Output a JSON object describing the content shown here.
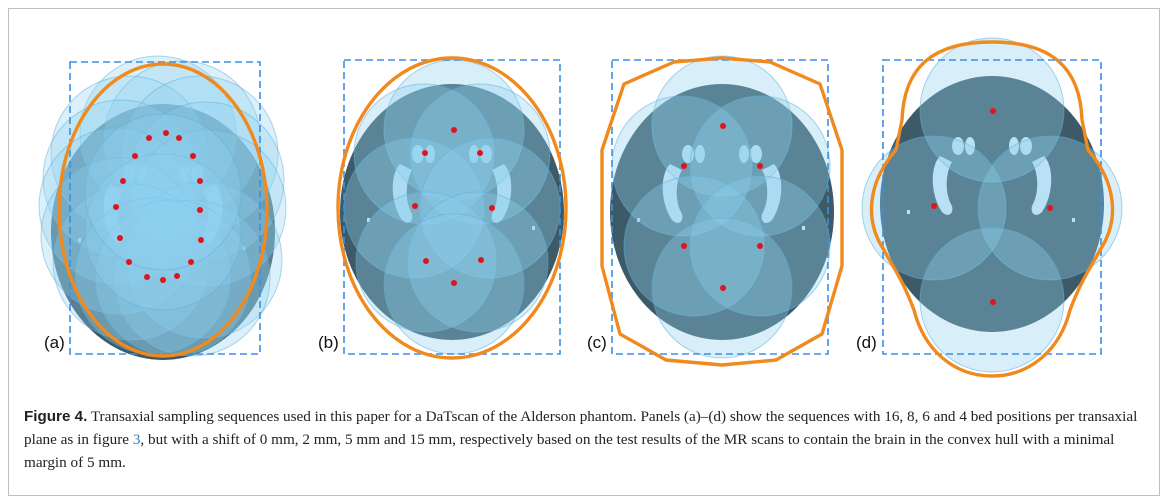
{
  "figure": {
    "label": "Figure 4.",
    "caption_part1": " Transaxial sampling sequences used in this paper for a DaTscan of the Alderson phantom. Panels (a)–(d) show the sequences with 16, 8, 6 and 4 bed positions per transaxial plane as in figure ",
    "caption_ref": "3",
    "caption_part2": ", but with a shift of 0 mm, 2 mm, 5 mm and 15 mm, respectively based on the test results of the MR scans to contain the brain in the convex hull with a minimal margin of 5 mm."
  },
  "panels": [
    {
      "label": "(a)",
      "bed_positions": 16
    },
    {
      "label": "(b)",
      "bed_positions": 8
    },
    {
      "label": "(c)",
      "bed_positions": 6
    },
    {
      "label": "(d)",
      "bed_positions": 4
    }
  ],
  "colors": {
    "head": "#3e5a66",
    "circle_fill": "#8fd0ee",
    "circle_stroke": "#5fb0dc",
    "hull": "#f08a1e",
    "box": "#3b8fe8",
    "dot": "#e0141c",
    "ventricle": "#cfe9f7"
  }
}
